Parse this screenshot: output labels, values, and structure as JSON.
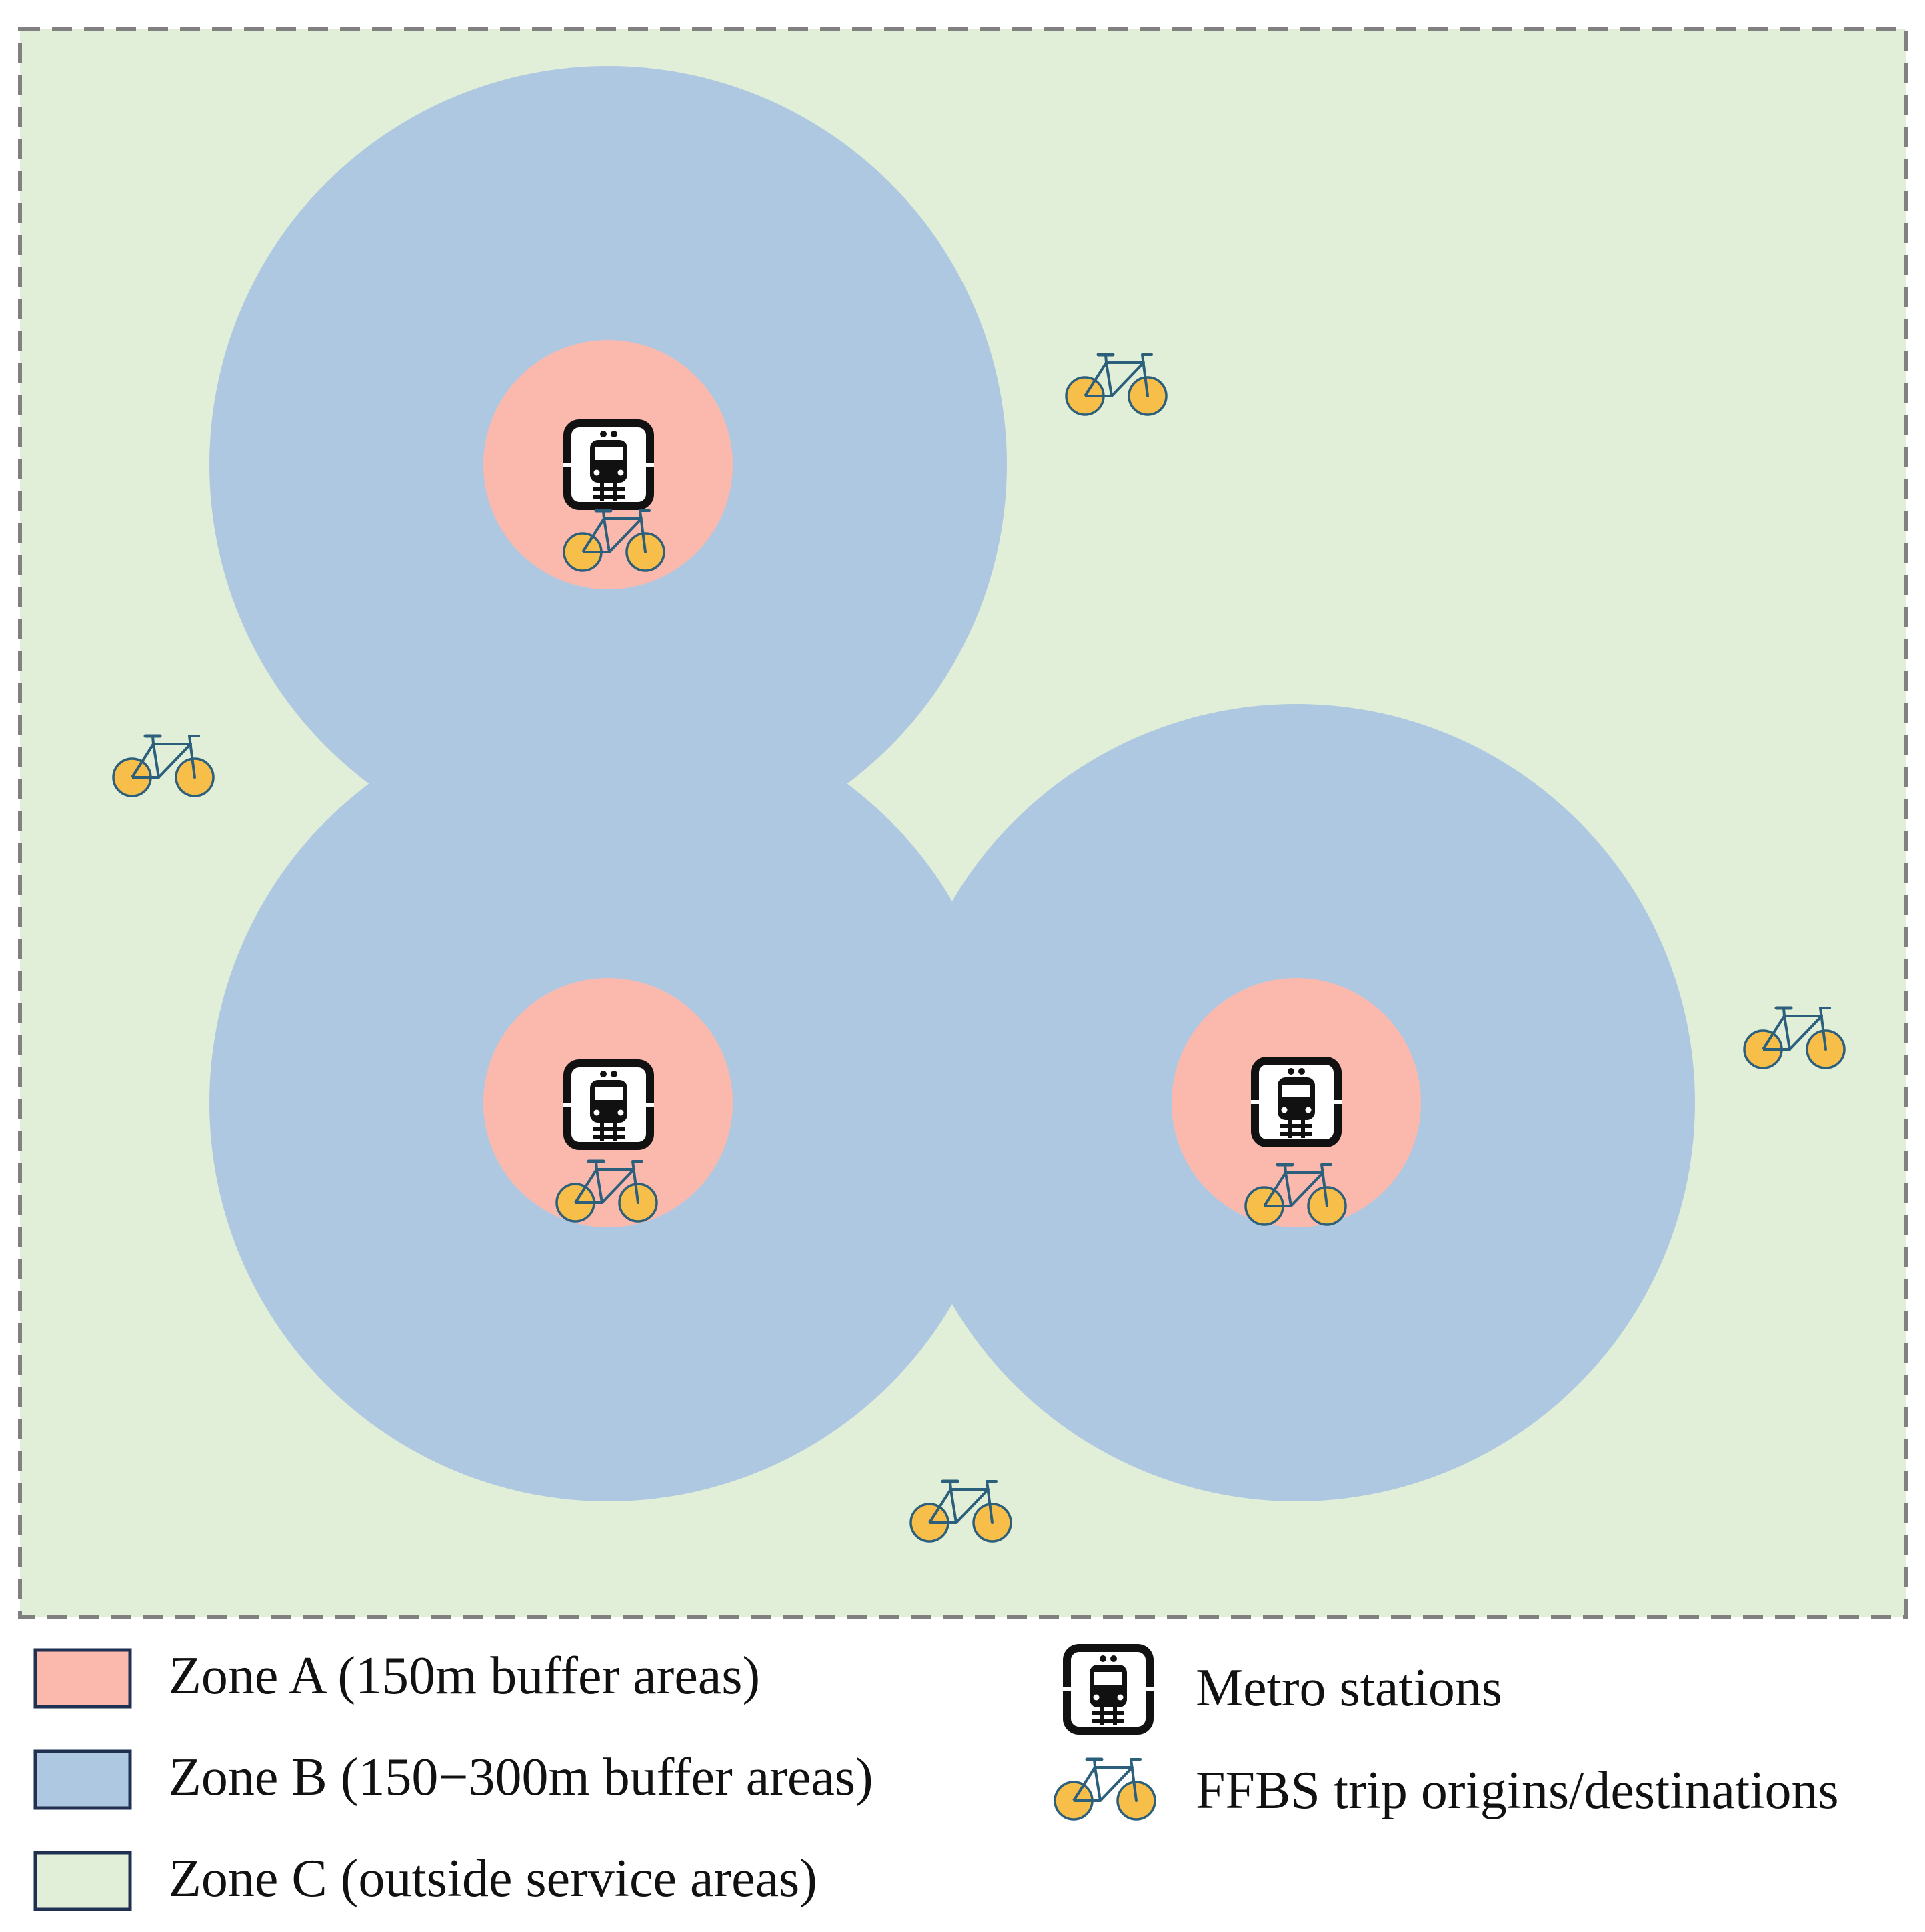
{
  "colors": {
    "zone_a": "#FBB9AD",
    "zone_b": "#AFC8E1",
    "zone_c": "#E1EFD9",
    "legend_border": "#1F3050",
    "study_area_border": "#808080",
    "bike_wheel": "#F7BE4A",
    "bike_frame": "#2C5F7C",
    "metro_icon": "#111111"
  },
  "icons": {
    "metro": "metro-station-icon",
    "bike": "bicycle-icon"
  },
  "legend": {
    "zone_a": "Zone A (150m buffer areas)",
    "zone_b": "Zone B (150−300m buffer areas)",
    "zone_c": "Zone C (outside service areas)",
    "metro": "Metro stations",
    "bike": "FFBS trip origins/destinations"
  }
}
